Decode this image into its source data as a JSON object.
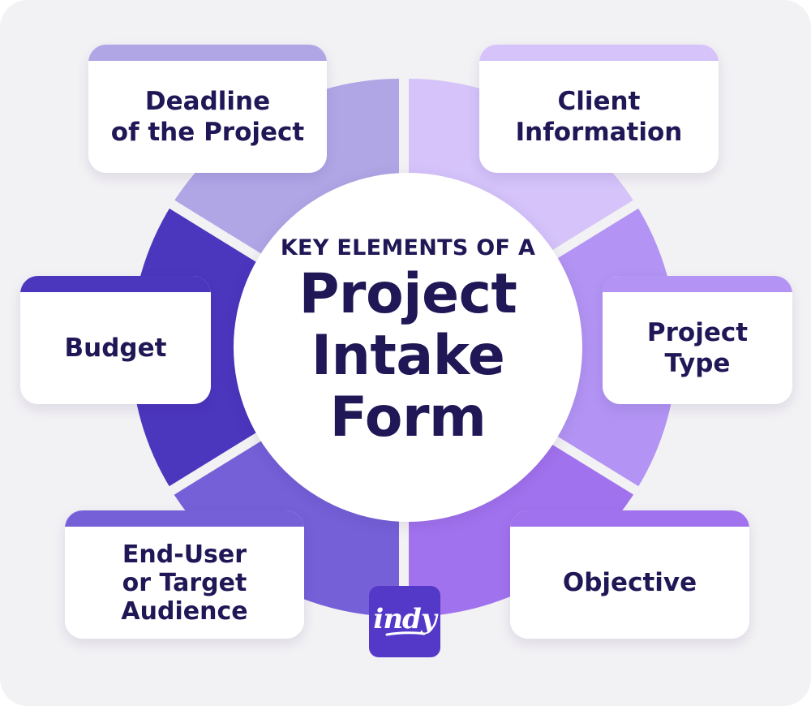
{
  "header": {
    "kicker": "KEY ELEMENTS OF A",
    "title_lines": [
      "Project",
      "Intake",
      "Form"
    ]
  },
  "elements": {
    "deadline": {
      "label": "Deadline\nof the Project",
      "color": "#b0a6e6"
    },
    "client": {
      "label": "Client\nInformation",
      "color": "#d5c3fa"
    },
    "project_type": {
      "label": "Project\nType",
      "color": "#b394f4"
    },
    "objective": {
      "label": "Objective",
      "color": "#a172ee"
    },
    "end_user": {
      "label": "End-User\nor Target\nAudience",
      "color": "#7660d8"
    },
    "budget": {
      "label": "Budget",
      "color": "#4b36be"
    }
  },
  "logo": {
    "text": "indy",
    "color": "#5439c9"
  },
  "colors": {
    "background": "#f2f1f4",
    "text": "#1f1756",
    "card": "#ffffff"
  }
}
